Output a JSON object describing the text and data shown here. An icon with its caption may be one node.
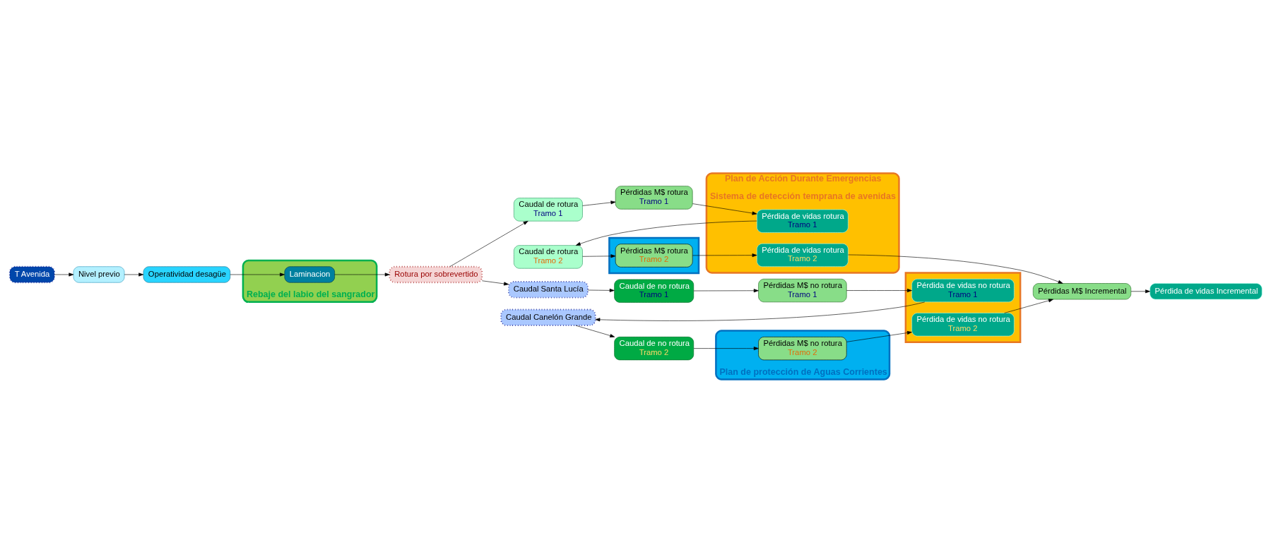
{
  "diagram": {
    "nodes": [
      {
        "text": [
          "T Avenida"
        ]
      },
      {
        "text": [
          "Nivel previo"
        ]
      },
      {
        "text": [
          "Operatividad desagüe"
        ]
      },
      {
        "text": [
          "Rebaje del labio del sangrador"
        ]
      },
      {
        "text": [
          "Laminacion"
        ],
        "in": 3
      },
      {
        "text": [
          "Rotura por sobrevertido"
        ]
      },
      {
        "text": [
          "Caudal de rotura",
          "Tramo 1"
        ]
      },
      {
        "text": [
          "Pérdidas M$ rotura",
          "Tramo 1"
        ]
      },
      {
        "text": [
          "Plan de Acción Durante Emergencias",
          "Sistema de detección temprana de avenidas"
        ]
      },
      {
        "text": [
          "Pérdida de vidas rotura",
          "Tramo 1"
        ],
        "in": 8
      },
      {
        "text": [
          "Caudal de rotura",
          "Tramo 2"
        ]
      },
      {
        "text": [],
        "shape": "box"
      },
      {
        "text": [
          "Pérdidas M$ rotura",
          "Tramo 2"
        ],
        "in": 11
      },
      {
        "text": [
          "Pérdida de vidas rotura",
          "Tramo 2"
        ],
        "in": 8
      },
      {
        "text": [
          "Pérdidas M$ Incremental"
        ]
      },
      {
        "text": [
          "Pérdida de vidas Incremental"
        ]
      },
      {
        "text": [
          "Caudal Santa Lucía"
        ]
      },
      {
        "text": [
          "Caudal de no rotura",
          "Tramo 1"
        ]
      },
      {
        "text": [
          "Pérdidas M$ no rotura",
          "Tramo 1"
        ]
      },
      {
        "text": [],
        "shape": "box"
      },
      {
        "text": [
          "Pérdida de vidas no rotura",
          "Tramo 1"
        ],
        "in": 19
      },
      {
        "text": [
          "Caudal Canelón Grande"
        ]
      },
      {
        "text": [
          "Caudal de no rotura",
          "Tramo 2"
        ]
      },
      {
        "text": [
          "Plan de protección de Aguas Corrientes"
        ]
      },
      {
        "text": [
          "Pérdidas M$ no rotura",
          "Tramo 2"
        ],
        "in": 23
      },
      {
        "text": [
          "Pérdida de vidas no rotura",
          "Tramo 2"
        ],
        "in": 19
      }
    ],
    "edges": [
      {
        "from": 0,
        "to": 1,
        "arrow": "to"
      },
      {
        "from": 1,
        "to": 2,
        "arrow": "to"
      },
      {
        "from": 2,
        "to": 4,
        "arrow": "to"
      },
      {
        "from": 4,
        "to": 5,
        "arrow": "to"
      },
      {
        "from": 5,
        "to": 6,
        "arrow": "to"
      },
      {
        "from": 5,
        "to": 16,
        "arrow": "to"
      },
      {
        "from": 6,
        "to": 7,
        "arrow": "to"
      },
      {
        "from": 7,
        "to": 9,
        "arrow": "to"
      },
      {
        "from": 9,
        "to": 10,
        "arrow": "to"
      },
      {
        "from": 10,
        "to": 12,
        "arrow": "to"
      },
      {
        "from": 12,
        "to": 13,
        "arrow": "to"
      },
      {
        "from": 13,
        "to": 14,
        "arrow": "to"
      },
      {
        "from": 16,
        "to": 17,
        "arrow": "to"
      },
      {
        "from": 17,
        "to": 18,
        "arrow": "to"
      },
      {
        "from": 18,
        "to": 20,
        "arrow": "to"
      },
      {
        "from": 20,
        "to": 21,
        "arrow": "to"
      },
      {
        "from": 21,
        "to": 22,
        "arrow": "to"
      },
      {
        "from": 22,
        "to": 24,
        "arrow": "to"
      },
      {
        "from": 24,
        "to": 25,
        "arrow": "to"
      },
      {
        "from": 25,
        "to": 14,
        "arrow": "to"
      },
      {
        "from": 14,
        "to": 15,
        "arrow": "to"
      }
    ]
  }
}
